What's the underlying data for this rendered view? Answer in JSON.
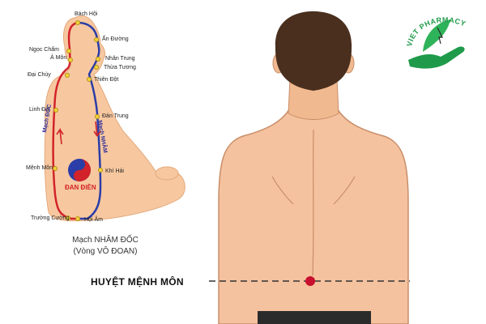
{
  "meridian_diagram": {
    "points": {
      "bach_hoi": "Bách Hội",
      "an_duong": "Ấn Đường",
      "ngoc_cham": "Ngọc Chẩm",
      "a_mon": "Á Môn",
      "nhan_trung": "Nhân Trung",
      "thua_tuong": "Thừa Tương",
      "dai_chuy": "Đại Chùy",
      "thien_dot": "Thiên Đột",
      "linh_dai": "Linh Đài",
      "dan_trung": "Đản Trung",
      "menh_mon": "Mệnh Môn",
      "khi_hai": "Khí Hải",
      "truong_cuong": "Trường Cường",
      "hoi_am": "Hội Âm"
    },
    "mach_doc": "Mạch ĐỐC",
    "mach_nham": "Mạch NHÂM",
    "dan_dien": "ĐAN ĐIỀN",
    "caption_line1": "Mạch NHÂM ĐỐC",
    "caption_line2": "(Vòng VÔ ĐOAN)"
  },
  "acupoint": {
    "title": "HUYỆT MỆNH MÔN",
    "marker_color": "#c8102e"
  },
  "brand": {
    "name": "VIET PHARMACY",
    "color": "#1f9a4a"
  },
  "colors": {
    "skin": "#f7c8a0",
    "back_skin": "#f4c29e",
    "hair": "#4a2f1e",
    "du_meridian": "#d2232a",
    "ren_meridian": "#2b3da6"
  }
}
